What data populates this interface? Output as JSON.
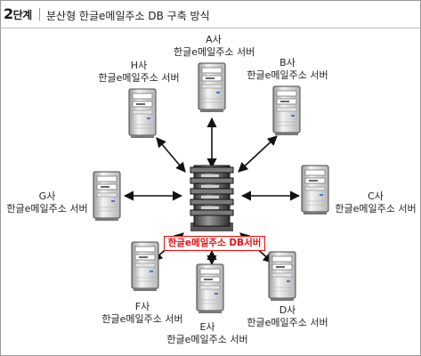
{
  "header": {
    "step_main": "2",
    "step_suffix": "단계",
    "title": "분산형 한글e메일주소 DB 구축 방식"
  },
  "center": {
    "label": "한글e메일주소 DB서버"
  },
  "servers": [
    {
      "id": "a",
      "name": "A사",
      "desc": "한글e메일주소 서버"
    },
    {
      "id": "b",
      "name": "B사",
      "desc": "한글e메일주소 서버"
    },
    {
      "id": "c",
      "name": "C사",
      "desc": "한글e메일주소 서버"
    },
    {
      "id": "d",
      "name": "D사",
      "desc": "한글e메일주소 서버"
    },
    {
      "id": "e",
      "name": "E사",
      "desc": "한글e메일주소 서버"
    },
    {
      "id": "f",
      "name": "F사",
      "desc": "한글e메일주소 서버"
    },
    {
      "id": "g",
      "name": "G사",
      "desc": "한글e메일주소 서버"
    },
    {
      "id": "h",
      "name": "H사",
      "desc": "한글e메일주소 서버"
    }
  ]
}
